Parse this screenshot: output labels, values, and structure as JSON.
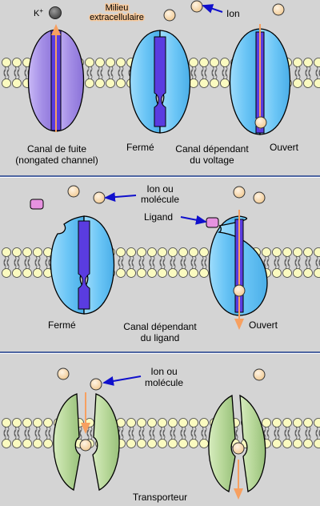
{
  "panel1": {
    "ion_symbol": "K",
    "ion_charge": "+",
    "medium_line1": "Milieu",
    "medium_line2": "extracellulaire",
    "ion_label": "Ion",
    "leak_line1": "Canal de fuite",
    "leak_line2": "(nongated channel)",
    "closed_label": "Fermé",
    "voltage_line1": "Canal dépendant",
    "voltage_line2": "du voltage",
    "open_label": "Ouvert"
  },
  "panel2": {
    "ion_line1": "Ion ou",
    "ion_line2": "molécule",
    "ligand_label": "Ligand",
    "closed_label": "Fermé",
    "ligand_channel_line1": "Canal dépendant",
    "ligand_channel_line2": "du ligand",
    "open_label": "Ouvert"
  },
  "panel3": {
    "ion_line1": "Ion ou",
    "ion_line2": "molécule",
    "transporter_label": "Transporteur"
  },
  "colors": {
    "panel_bg": "#d4d4d4",
    "lipid_head": "#fafac0",
    "leak_channel": "#b09ee8",
    "gated_channel": "#6cc6f6",
    "pore": "#5a3ce0",
    "transporter": "#bcdc9c",
    "ion": "#f2d4a8",
    "ligand": "#e692e0",
    "arrow_orange": "#f7a060",
    "arrow_blue": "#1010cc",
    "divider": "#1a3a8a"
  }
}
